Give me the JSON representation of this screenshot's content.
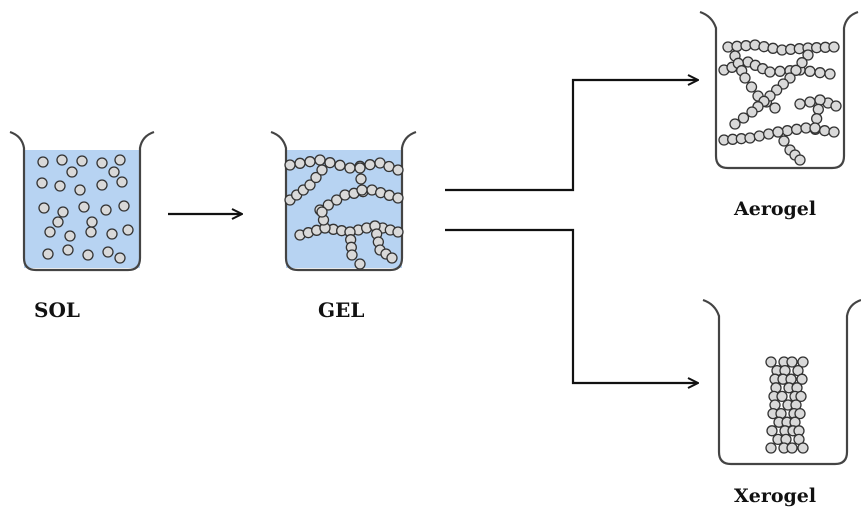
{
  "labels": {
    "sol": "SOL",
    "gel": "GEL",
    "aerogel": "Aerogel",
    "xerogel": "Xerogel"
  },
  "colors": {
    "liquid": "#b7d3f2",
    "outline": "#444444",
    "particle_fill": "#d9d9d9",
    "particle_stroke": "#333333",
    "arrow": "#111111"
  }
}
